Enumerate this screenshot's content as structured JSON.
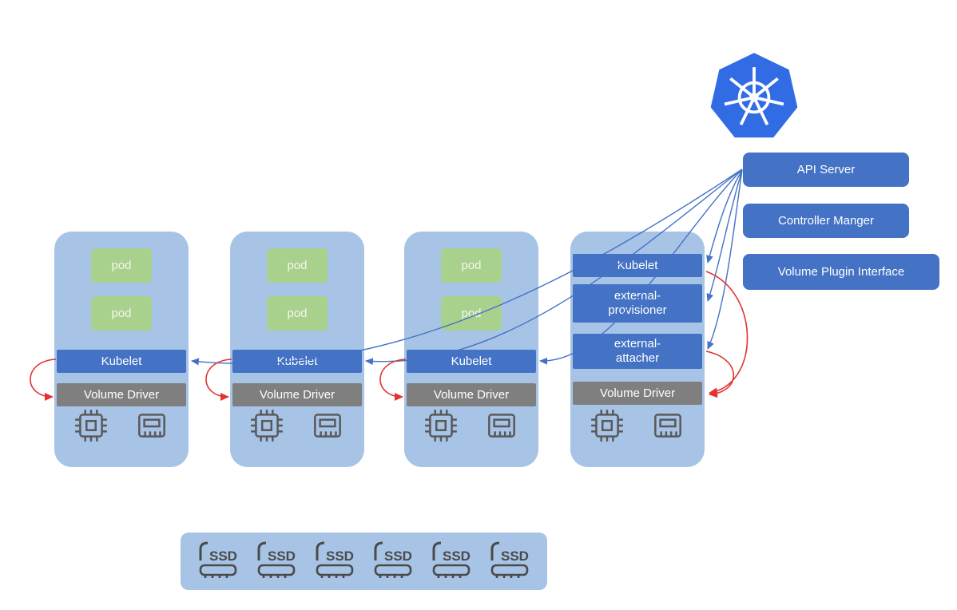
{
  "control_plane": {
    "api_server": "API Server",
    "controller_manager": "Controller Manger",
    "volume_plugin_interface": "Volume Plugin Interface"
  },
  "worker_nodes": [
    {
      "pods": [
        "pod",
        "pod"
      ],
      "kubelet": "Kubelet",
      "volume_driver": "Volume Driver"
    },
    {
      "pods": [
        "pod",
        "pod"
      ],
      "kubelet": "Kubelet",
      "volume_driver": "Volume Driver"
    },
    {
      "pods": [
        "pod",
        "pod"
      ],
      "kubelet": "Kubelet",
      "volume_driver": "Volume Driver"
    }
  ],
  "csi_node": {
    "kubelet": "Kubelet",
    "external_provisioner": [
      "external-",
      "provisioner"
    ],
    "external_attacher": [
      "external-",
      "attacher"
    ],
    "volume_driver": "Volume Driver"
  },
  "storage": {
    "ssd_units": [
      "SSD",
      "SSD",
      "SSD",
      "SSD",
      "SSD",
      "SSD"
    ]
  },
  "colors": {
    "node_background": "#a7c4e6",
    "pod_green": "#a9d18e",
    "component_blue": "#4472c4",
    "driver_gray": "#7f7f7f",
    "kubernetes_blue": "#326ce5",
    "arrow_blue": "#4472c4",
    "arrow_red": "#e53232",
    "icon_gray": "#595959"
  }
}
